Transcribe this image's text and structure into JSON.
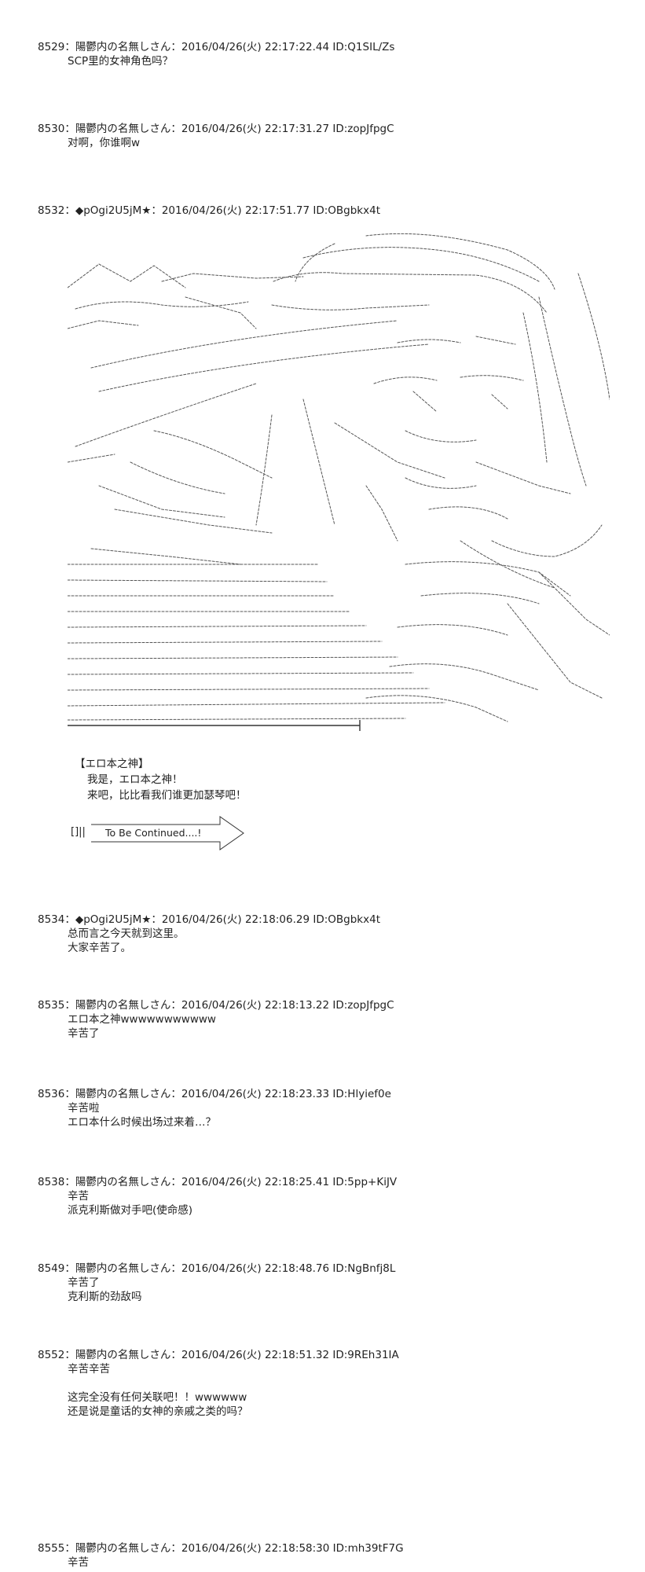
{
  "posts": [
    {
      "header": "8529：陽鬱内の名無しさん：2016/04/26(火) 22:17:22.44 ID:Q1SIL/Zs",
      "lines": [
        "SCP里的女神角色吗？"
      ]
    },
    {
      "header": "8530：陽鬱内の名無しさん：2016/04/26(火) 22:17:31.27 ID:zopJfpgC",
      "lines": [
        "对啊，你谁啊w"
      ]
    },
    {
      "header": "8532：◆pOgi2U5jM★：2016/04/26(火) 22:17:51.77 ID:OBgbkx4t",
      "lines": []
    },
    {
      "header": "8534：◆pOgi2U5jM★：2016/04/26(火) 22:18:06.29 ID:OBgbkx4t",
      "lines": [
        "总而言之今天就到这里。",
        "大家辛苦了。"
      ]
    },
    {
      "header": "8535：陽鬱内の名無しさん：2016/04/26(火) 22:18:13.22 ID:zopJfpgC",
      "lines": [
        "エロ本之神wwwwwwwwwww",
        "辛苦了"
      ]
    },
    {
      "header": "8536：陽鬱内の名無しさん：2016/04/26(火) 22:18:23.33 ID:Hlyief0e",
      "lines": [
        "辛苦啦",
        "エロ本什么时候出场过来着…？"
      ]
    },
    {
      "header": "8538：陽鬱内の名無しさん：2016/04/26(火) 22:18:25.41 ID:5pp+KiJV",
      "lines": [
        "辛苦",
        "派克利斯做对手吧(使命感)"
      ]
    },
    {
      "header": "8549：陽鬱内の名無しさん：2016/04/26(火) 22:18:48.76 ID:NgBnfj8L",
      "lines": [
        "辛苦了",
        "克利斯的劲敌吗"
      ]
    },
    {
      "header": "8552：陽鬱内の名無しさん：2016/04/26(火) 22:18:51.32 ID:9REh31IA",
      "lines": [
        "辛苦辛苦",
        "",
        "这完全没有任何关联吧！！wwwwww",
        "还是说是童话的女神的亲戚之类的吗？"
      ]
    },
    {
      "header": "8555：陽鬱内の名無しさん：2016/04/26(火) 22:18:58:30 ID:mh39tF7G",
      "lines": [
        "辛苦"
      ]
    }
  ],
  "aa": {
    "caption": [
      "【エロ本之神】",
      "我是，エロ本之神！",
      "来吧，比比看我们谁更加瑟琴吧！"
    ],
    "tbc_marks": "[]||",
    "tbc_label": "To Be Continued....!"
  },
  "colors": {
    "text": "#222222",
    "art": "#555555",
    "background": "#ffffff"
  }
}
